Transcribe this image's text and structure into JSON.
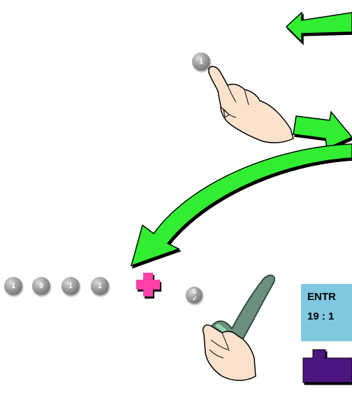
{
  "keys_row": [
    {
      "label": "1"
    },
    {
      "label": "9"
    },
    {
      "label": "1"
    },
    {
      "label": "1"
    }
  ],
  "key_top": {
    "label": "1"
  },
  "key_confirm": {
    "label": "5",
    "mark": "✓"
  },
  "display": {
    "line1": "ENTR",
    "line2": "19 : 1"
  },
  "colors": {
    "arrow_green": "#33ee33",
    "plus_pink": "#ff3fa8",
    "display_bg": "#7ec8e0",
    "check_stroke": "#3b6e5a",
    "purple_block": "#4b1580"
  },
  "icons": {
    "arrow_top": "green-arrow-left-icon",
    "arrow_mid": "green-arrow-right-icon",
    "arrow_curve": "green-curved-arrow-icon",
    "hand_top": "pointing-hand-icon",
    "hand_bottom": "pointing-hand-icon",
    "plus": "plus-icon",
    "check": "checkmark-icon",
    "purple": "purple-block-icon"
  }
}
